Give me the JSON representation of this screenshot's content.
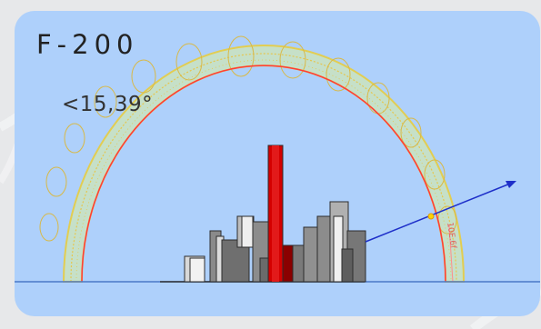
{
  "widget": {
    "code": "F-200",
    "angle_text": "<15,39°",
    "arc_tag": "10E.6f"
  },
  "colors": {
    "background": "#e7e8ea",
    "card": "#aed0fb",
    "ground": "#4a78c8",
    "band_fill": "#c6e0c8",
    "band_ring": "#e2cd52",
    "inner_arc": "#ff3a3a",
    "highlight_tower": "#d40000",
    "buildings": "#6f6f6f",
    "sun_ray": "#1e2fc9",
    "sun_point": "#ffd400"
  }
}
